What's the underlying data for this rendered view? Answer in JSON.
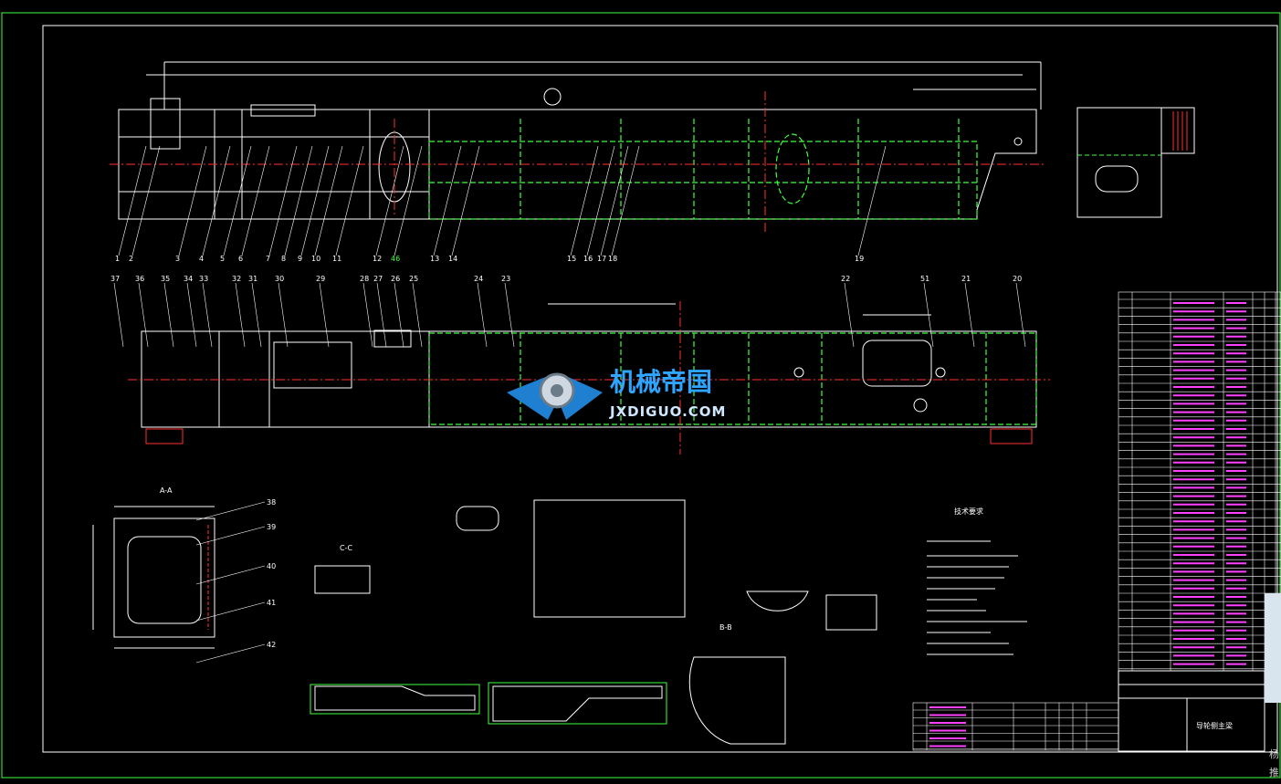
{
  "watermark": {
    "cn": "机械帝国",
    "en": "JXDIGUO.COM"
  },
  "notes_title": "技术要求",
  "title_block": {
    "drawing_name": "导轮侧主梁"
  },
  "callouts_top": [
    "1",
    "2",
    "3",
    "4",
    "5",
    "6",
    "7",
    "8",
    "9",
    "10",
    "11",
    "12",
    "46",
    "13",
    "14",
    "15",
    "16",
    "17",
    "18",
    "19"
  ],
  "callouts_mid": [
    "37",
    "36",
    "35",
    "34",
    "33",
    "32",
    "31",
    "30",
    "29",
    "28",
    "27",
    "26",
    "25",
    "24",
    "23",
    "22",
    "51",
    "21",
    "20"
  ],
  "callouts_section": [
    "38",
    "39",
    "40",
    "41",
    "42"
  ],
  "section_labels": {
    "aa": "A-A",
    "cc": "C-C",
    "bb": "B-B"
  },
  "side_text": [
    "杨",
    "推"
  ],
  "colors": {
    "background": "#000000",
    "outline": "#ffffff",
    "hidden": "#40ff40",
    "center": "#ff3030",
    "table": "#ff40ff"
  }
}
